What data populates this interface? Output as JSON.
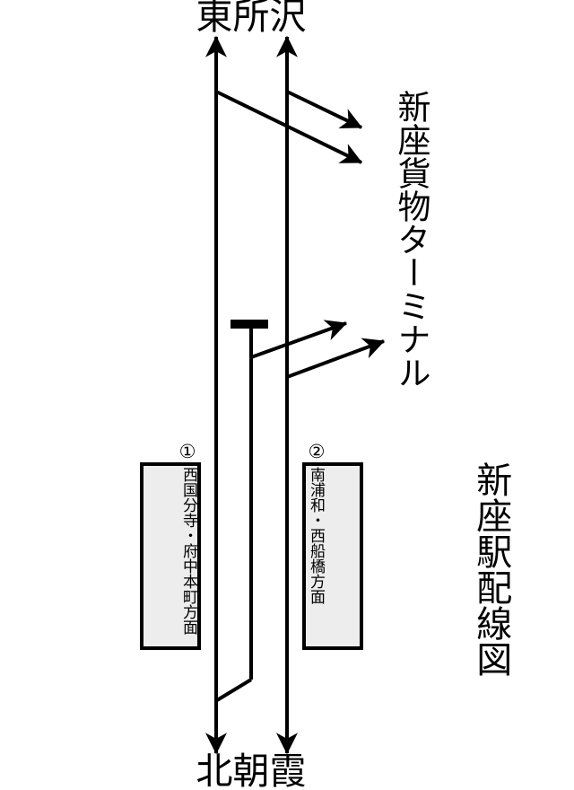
{
  "diagram": {
    "title": "新座駅配線図",
    "stations": {
      "top": "東所沢",
      "bottom": "北朝霞"
    },
    "freight_terminal": "新座貨物ターミナル",
    "platforms": [
      {
        "number": "①",
        "destination": "西国分寺・府中本町方面"
      },
      {
        "number": "②",
        "destination": "南浦和・西船橋方面"
      }
    ],
    "colors": {
      "line": "#000000",
      "platform_fill": "#ededed",
      "background": "#ffffff",
      "text": "#000000"
    }
  }
}
